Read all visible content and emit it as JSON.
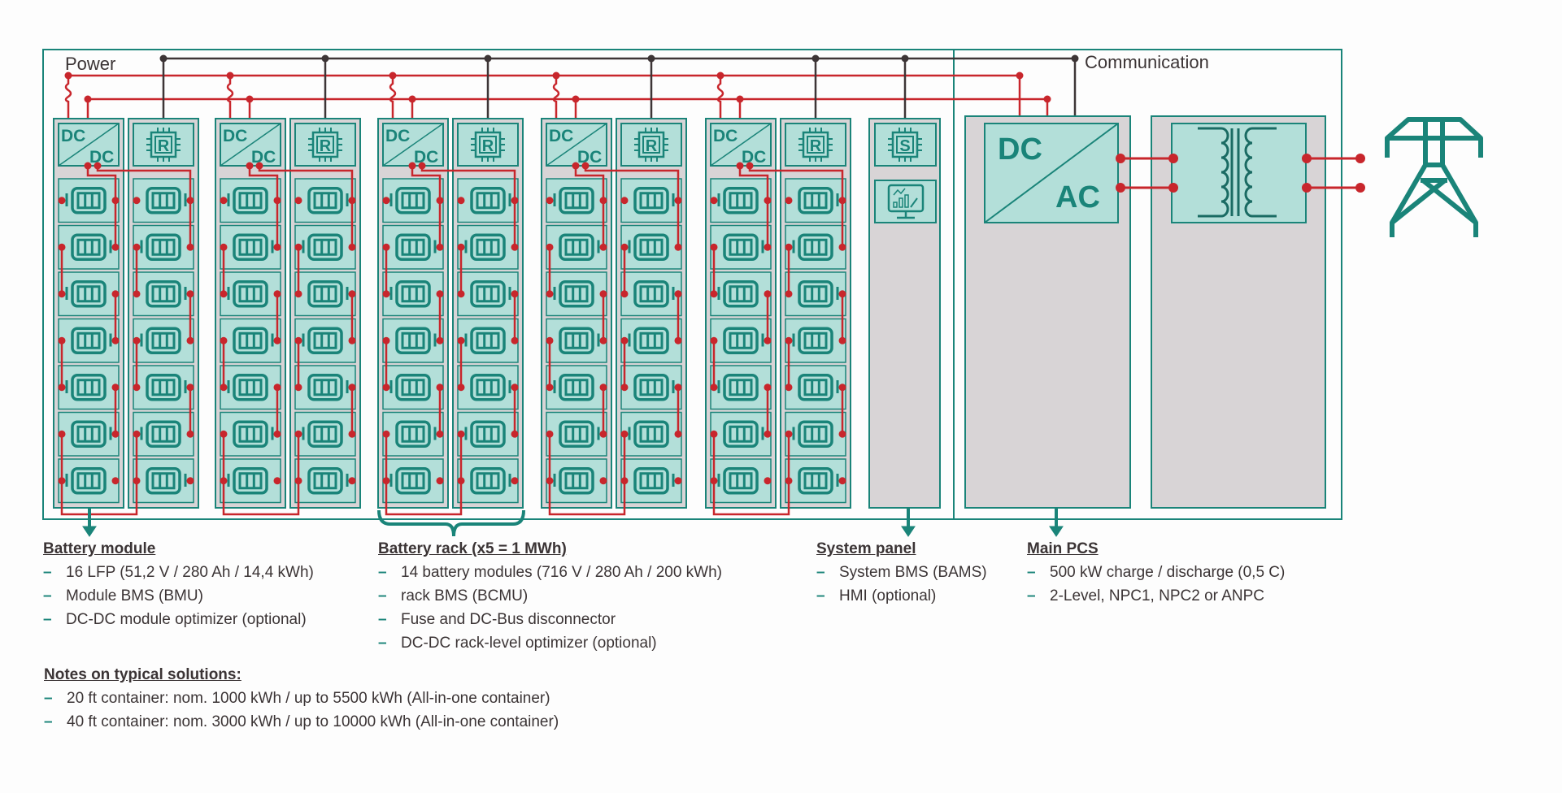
{
  "colors": {
    "teal": "#1a8479",
    "teal_fill": "#b3dfd9",
    "rack_gray": "#d8d4d6",
    "power_red": "#c8262c",
    "comm_dark": "#3d3536",
    "text": "#3b3435"
  },
  "frame": {
    "power_label": "Power",
    "communication_label": "Communication"
  },
  "racks": {
    "count": 5,
    "modules_per_column": 7,
    "converter": {
      "top_label": "DC",
      "bottom_label": "DC"
    },
    "controller_label": "R"
  },
  "system_panel": {
    "controller_label": "S",
    "hmi_icon": "monitor-chart-icon"
  },
  "pcs": {
    "top_label": "DC",
    "bottom_label": "AC"
  },
  "transformer": {
    "icon": "transformer-icon"
  },
  "grid": {
    "icon": "power-tower-icon"
  },
  "legends": {
    "battery_module": {
      "title": "Battery module",
      "items": [
        "16 LFP (51,2 V / 280 Ah / 14,4 kWh)",
        "Module BMS (BMU)",
        "DC-DC module optimizer (optional)"
      ]
    },
    "battery_rack": {
      "title": "Battery rack (x5 = 1 MWh)",
      "items": [
        "14 battery modules (716 V / 280 Ah / 200 kWh)",
        "rack BMS (BCMU)",
        "Fuse and DC-Bus disconnector",
        "DC-DC rack-level optimizer (optional)"
      ]
    },
    "system_panel": {
      "title": "System panel",
      "items": [
        "System BMS (BAMS)",
        "HMI (optional)"
      ]
    },
    "main_pcs": {
      "title": "Main PCS",
      "items": [
        "500 kW charge / discharge (0,5 C)",
        "2-Level, NPC1, NPC2 or ANPC"
      ]
    },
    "notes": {
      "title": "Notes on typical solutions:",
      "items": [
        "20 ft container: nom. 1000 kWh / up to 5500 kWh (All-in-one container)",
        "40 ft container: nom. 3000 kWh / up to 10000 kWh (All-in-one container)"
      ]
    }
  }
}
